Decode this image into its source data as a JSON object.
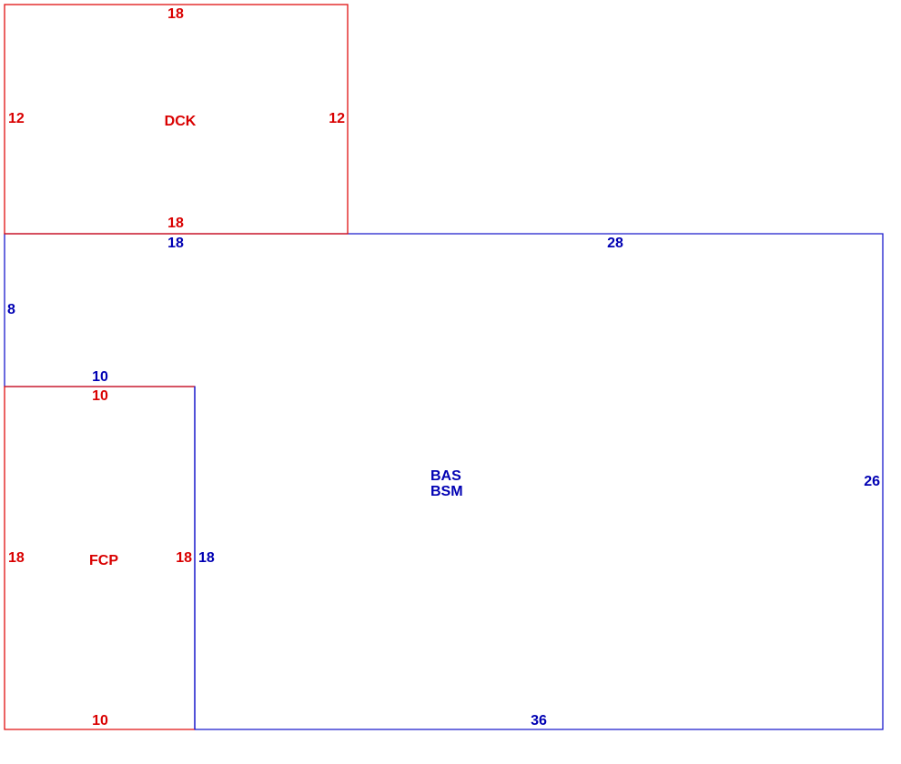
{
  "colors": {
    "deck": "#d90000",
    "living": "#0000b3"
  },
  "areas": {
    "dck": {
      "label": "DCK",
      "top": "18",
      "bottom": "18",
      "left": "12",
      "right": "12"
    },
    "bas": {
      "label_line1": "BAS",
      "label_line2": "BSM",
      "top_left": "18",
      "top_right": "28",
      "left_upper": "8",
      "notch_top": "10",
      "notch_side": "18",
      "bottom": "36",
      "right": "26"
    },
    "fcp": {
      "label": "FCP",
      "top": "10",
      "bottom": "10",
      "left": "18",
      "right": "18"
    }
  }
}
